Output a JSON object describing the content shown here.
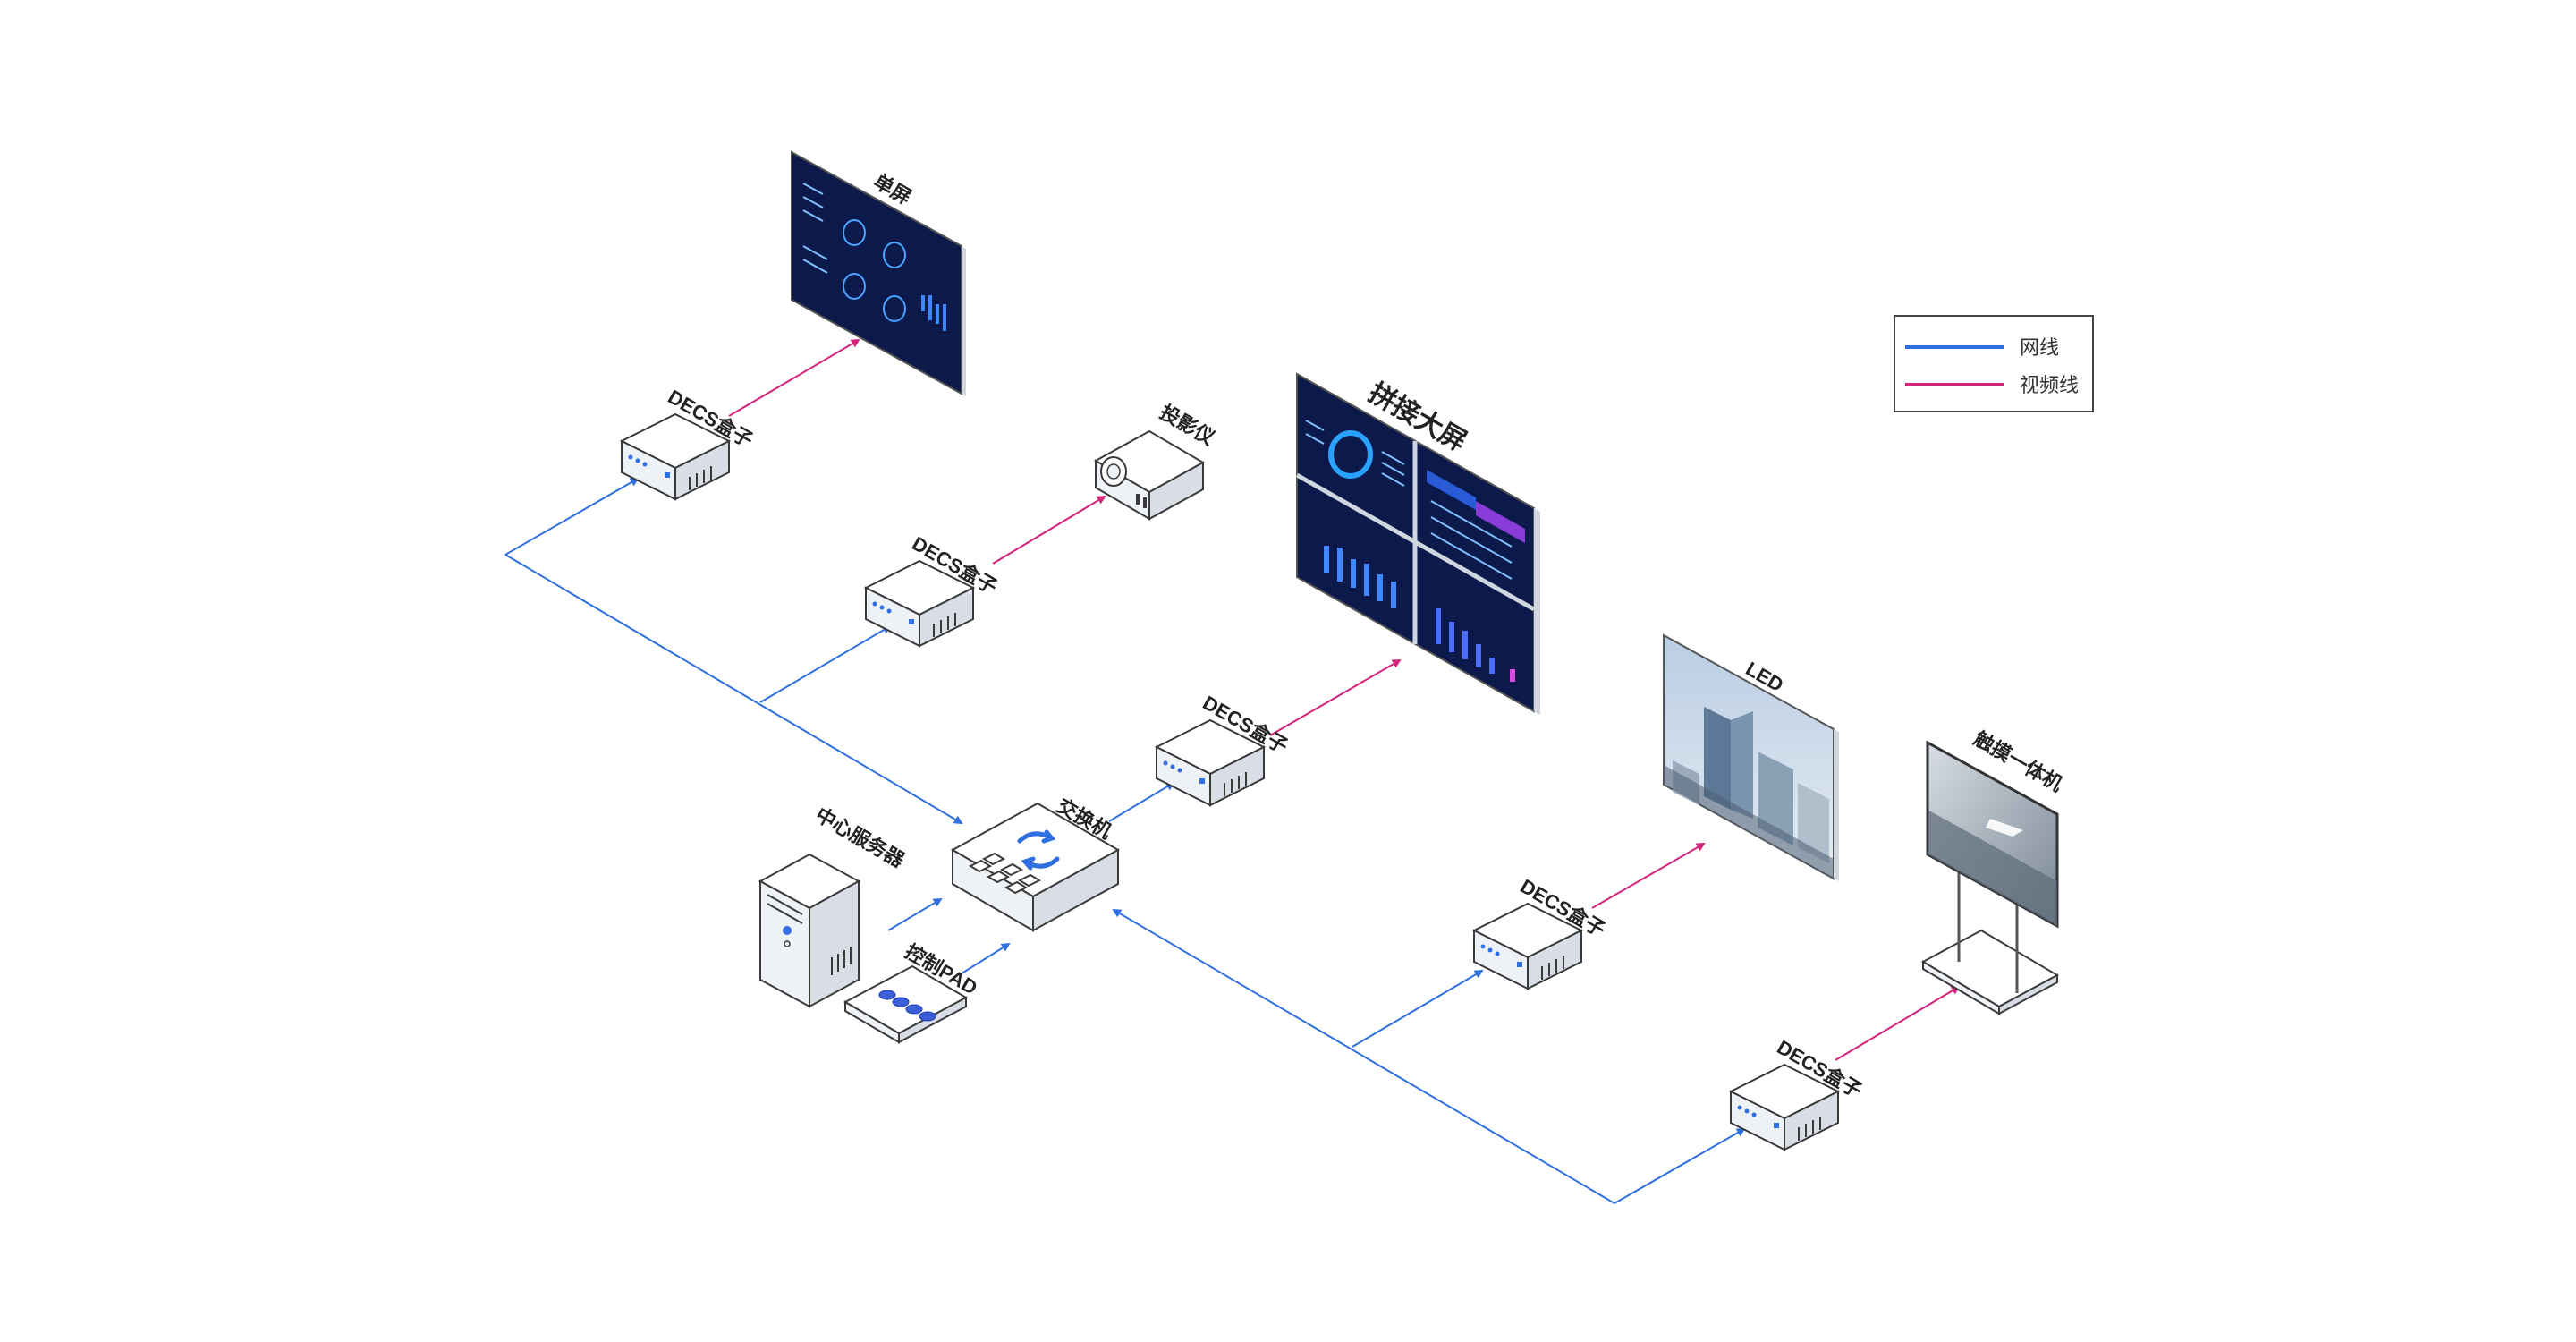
{
  "colors": {
    "network": "#2f6fe0",
    "video": "#d4237a",
    "screen_bg": "#0b1a4a",
    "accent_blue": "#2f6fe0"
  },
  "legend": {
    "network_label": "网线",
    "video_label": "视频线"
  },
  "nodes": {
    "switch": "交换机",
    "server": "中心服务器",
    "pad": "控制PAD",
    "decs": "DECS盒子",
    "single_screen": "单屏",
    "projector": "投影仪",
    "video_wall": "拼接大屏",
    "led": "LED",
    "touch_kiosk": "触摸一体机"
  }
}
